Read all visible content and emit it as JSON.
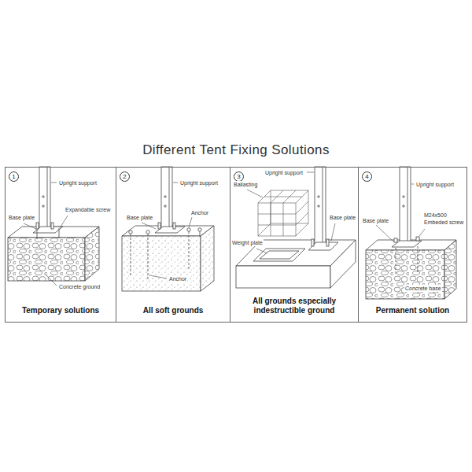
{
  "diagram": {
    "title": "Different Tent Fixing Solutions",
    "nodes": [
      {
        "text": [
          "Temporary solutions"
        ]
      },
      {
        "text": [
          "1"
        ],
        "in": 0
      },
      {
        "text": [
          "All soft grounds"
        ]
      },
      {
        "text": [
          "2"
        ],
        "in": 2
      },
      {
        "text": [
          "All grounds especially indestructible ground"
        ]
      },
      {
        "text": [
          "3"
        ],
        "in": 4
      },
      {
        "text": [
          "Permanent solution"
        ]
      },
      {
        "text": [
          "4"
        ],
        "in": 6
      }
    ],
    "labels": [
      "Upright support",
      "Base plate",
      "Expandable screw",
      "Concrete ground",
      "Upright support",
      "Base plate",
      "Anchor",
      "Anchor",
      "Upright support",
      "Ballasting",
      "Base plate",
      "Weight plate",
      "Upright support",
      "Base plate",
      "M24x500 Embeded screw",
      "Concrete base"
    ]
  }
}
